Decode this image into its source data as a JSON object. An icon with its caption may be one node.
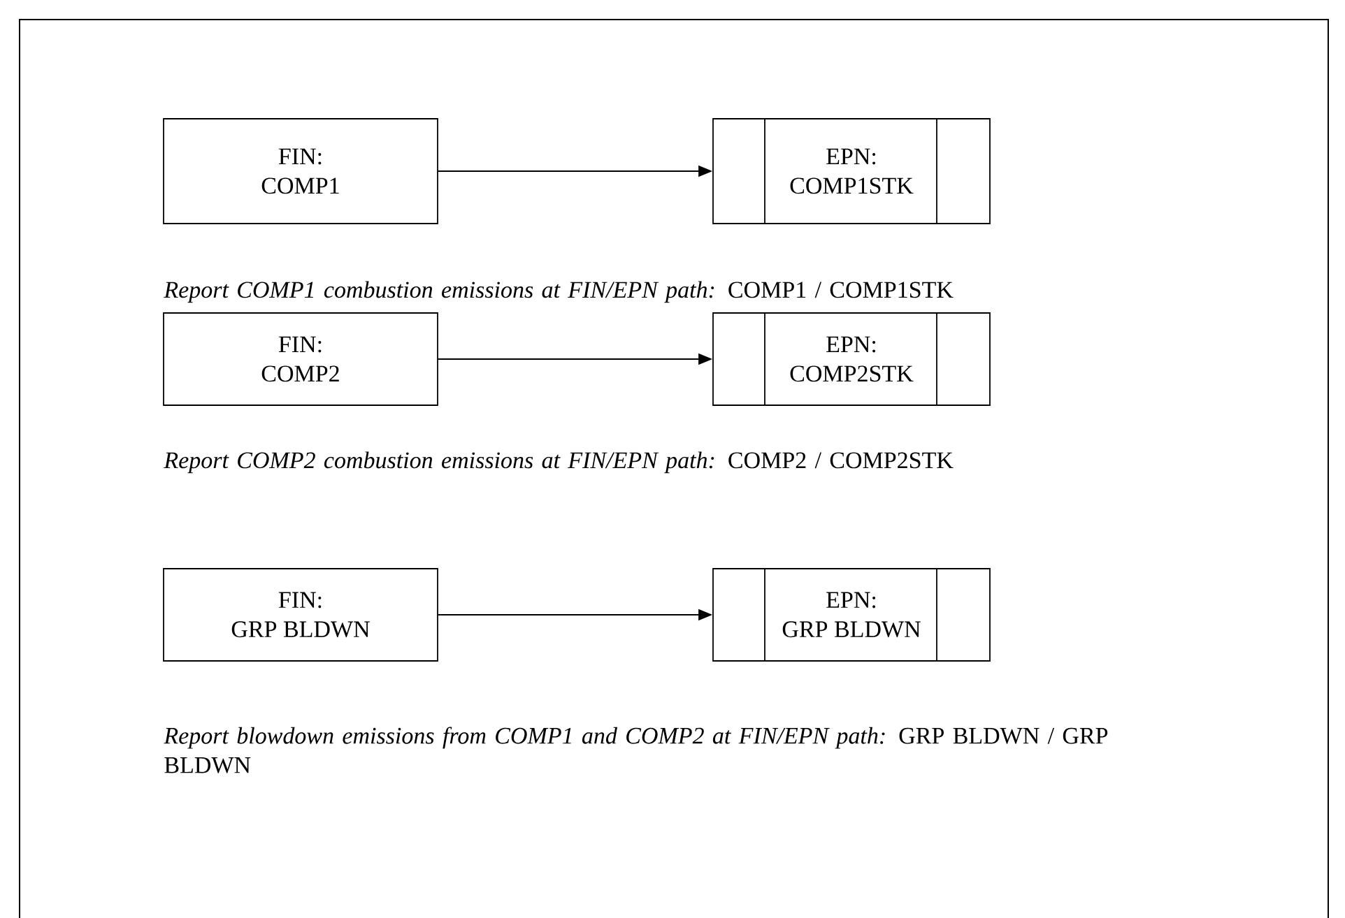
{
  "diagram": {
    "nodes": [
      {
        "text": [
          "FIN:",
          "COMP1"
        ]
      },
      {
        "text": [
          "EPN:",
          "COMP1STK"
        ]
      },
      {
        "text": [
          "FIN:",
          "COMP2"
        ]
      },
      {
        "text": [
          "EPN:",
          "COMP2STK"
        ]
      },
      {
        "text": [
          "FIN:",
          "GRP BLDWN"
        ]
      },
      {
        "text": [
          "EPN:",
          "GRP BLDWN"
        ]
      }
    ],
    "edges": [
      {
        "from": 0,
        "to": 1,
        "arrow": "to"
      },
      {
        "from": 2,
        "to": 3,
        "arrow": "to"
      },
      {
        "from": 4,
        "to": 5,
        "arrow": "to"
      }
    ],
    "labels": [
      "*Report COMP1 combustion emissions at FIN/EPN path:* COMP1 / COMP1STK",
      "*Report COMP2 combustion emissions at FIN/EPN path:* COMP2 / COMP2STK",
      "*Report blowdown emissions from COMP1 and COMP2 at FIN/EPN path:* GRP BLDWN / GRP BLDWN"
    ]
  }
}
